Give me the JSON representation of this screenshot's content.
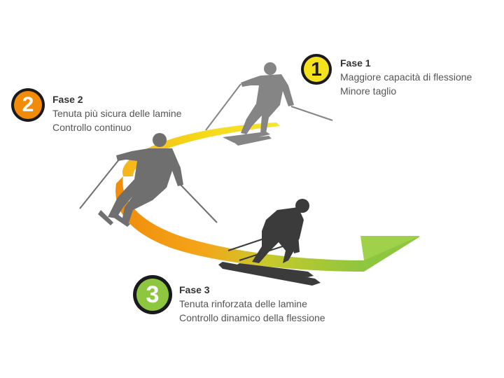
{
  "colors": {
    "phase1": "#f4e21c",
    "phase2": "#f08c0a",
    "phase3": "#8dc63f",
    "skier_light": "#858585",
    "skier_mid": "#6f6f6f",
    "skier_dark": "#3b3b3b"
  },
  "phases": [
    {
      "number": "1",
      "title": "Fase 1",
      "line1": "Maggiore capacità di flessione",
      "line2": "Minore taglio"
    },
    {
      "number": "2",
      "title": "Fase 2",
      "line1": "Tenuta più sicura delle lamine",
      "line2": "Controllo continuo"
    },
    {
      "number": "3",
      "title": "Fase 3",
      "line1": "Tenuta rinforzata delle lamine",
      "line2": "Controllo dinamico della flessione"
    }
  ]
}
